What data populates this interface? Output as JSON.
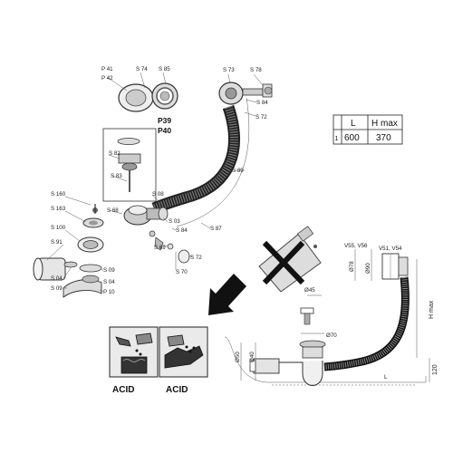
{
  "top_part_labels": {
    "p41": "P 41",
    "p42": "P 42",
    "s74": "S 74",
    "s85": "S 85",
    "s73": "S 73",
    "s78": "S 78",
    "s84": "S 84",
    "s72a": "S 72",
    "s89": "S 89",
    "s08": "S 08",
    "s03": "S 03",
    "s84b": "S 84",
    "s87": "S 87",
    "s68": "S 68",
    "s160": "S 160",
    "s163": "S 163",
    "s100": "S 100",
    "s91": "S 91",
    "s04a": "S 04",
    "s09a": "S 09",
    "s09b": "S 09",
    "s04b": "S 04",
    "p10": "P 10",
    "s69": "S 69",
    "s70": "S 70",
    "s72b": "S 72",
    "s82": "S 82",
    "s83": "S 83"
  },
  "detail_box": {
    "title1": "P39",
    "title2": "P40"
  },
  "size_table": {
    "headers": [
      "",
      "L",
      "H max"
    ],
    "rows": [
      [
        "1",
        "600",
        "370"
      ]
    ]
  },
  "warnings": {
    "acid_left": "ACID",
    "acid_right": "ACID"
  },
  "drawing_labels": {
    "v55": "V55, V56",
    "v51": "V51, V54",
    "d78": "Ø78",
    "d90": "Ø90",
    "d45": "Ø45",
    "d70": "Ø70",
    "d50": "Ø50",
    "d40": "Ø40",
    "hmax": "H max",
    "h120": "120",
    "l": "L"
  }
}
